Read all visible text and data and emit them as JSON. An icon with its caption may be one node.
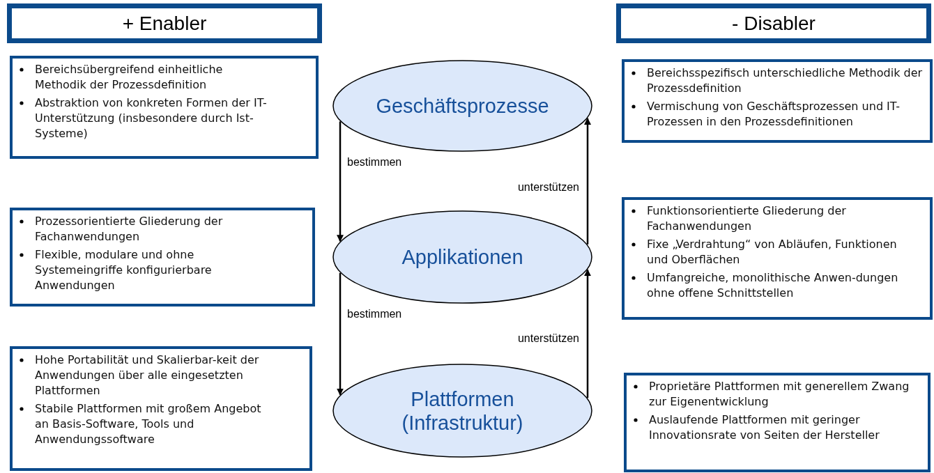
{
  "diagram": {
    "nodes": [
      {
        "text": [
          "+ Enabler"
        ]
      },
      {
        "text": [
          "- Disabler"
        ]
      },
      {
        "text": [
          "Bereichsübergreifend einheitliche Methodik der Prozessdefinition",
          "Abstraktion von konkreten Formen der IT-Unterstützung (insbesondere durch Ist-Systeme)"
        ]
      },
      {
        "text": [
          "Geschäftsprozesse"
        ]
      },
      {
        "text": [
          "Bereichsspezifisch unterschiedliche Methodik der Prozessdefinition",
          "Vermischung von Geschäftsprozessen und IT-Prozessen in den Prozessdefinitionen"
        ]
      },
      {
        "text": [
          "Prozessorientierte Gliederung der Fachanwendungen",
          "Flexible, modulare und ohne Systemeingriffe konfigurierbare Anwendungen"
        ]
      },
      {
        "text": [
          "Applikationen"
        ]
      },
      {
        "text": [
          "Funktionsorientierte Gliederung der Fachanwendungen",
          "Fixe „Verdrahtung“ von Abläufen, Funktionen und Oberflächen",
          "Umfangreiche, monolithische Anwen-dungen ohne offene Schnittstellen"
        ]
      },
      {
        "text": [
          "Hohe Portabilität und Skalierbar-keit der Anwendungen über alle eingesetzten Plattformen",
          "Stabile Plattformen mit großem Angebot an Basis-Software, Tools und Anwendungssoftware"
        ]
      },
      {
        "text": [
          "Plattformen (Infrastruktur)"
        ]
      },
      {
        "text": [
          "Proprietäre Plattformen mit generellem Zwang zur Eigenentwicklung",
          "Auslaufende Plattformen mit geringer Innovationsrate von Seiten der Hersteller"
        ]
      }
    ],
    "edges": [
      {
        "from": 3,
        "to": 6,
        "arrow": "to",
        "label": "bestimmen"
      },
      {
        "from": 6,
        "to": 3,
        "arrow": "to",
        "label": "unterstützen"
      },
      {
        "from": 6,
        "to": 9,
        "arrow": "to",
        "label": "bestimmen"
      },
      {
        "from": 9,
        "to": 6,
        "arrow": "to",
        "label": "unterstützen"
      }
    ]
  }
}
